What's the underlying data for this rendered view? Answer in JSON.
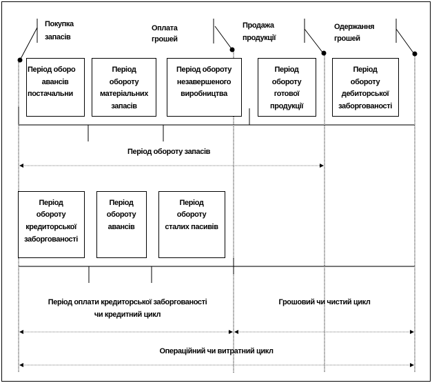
{
  "events": [
    {
      "line1": "Покупка",
      "line2": "запасів"
    },
    {
      "line1": "Оплата",
      "line2": "грошей"
    },
    {
      "line1": "Продажа",
      "line2": "продукції"
    },
    {
      "line1": "Одержання",
      "line2": "грошей"
    }
  ],
  "top_boxes": [
    {
      "lines": [
        "Період оборо",
        "авансів",
        "постачальни"
      ]
    },
    {
      "lines": [
        "Період",
        "обороту",
        "матеріальних",
        "запасів"
      ]
    },
    {
      "lines": [
        "Період обороту",
        "незавершеного",
        "виробництва"
      ]
    },
    {
      "lines": [
        "Період",
        "обороту",
        "готової",
        "продукції"
      ]
    },
    {
      "lines": [
        "Період",
        "обороту",
        "дебиторської",
        "заборгованості"
      ]
    }
  ],
  "bottom_boxes": [
    {
      "lines": [
        "Період",
        "обороту",
        "кредиторської",
        "заборгованості"
      ]
    },
    {
      "lines": [
        "Період",
        "обороту",
        "авансів"
      ]
    },
    {
      "lines": [
        "Період",
        "обороту",
        "сталих пасивів"
      ]
    }
  ],
  "spans": {
    "inventory": "Період обороту запасів",
    "credit_line1": "Період оплати кредиторської заборгованості",
    "credit_line2": "чи кредитний цикл",
    "cash": "Грошовий чи чистий цикл",
    "operating": "Операційний чи витратний цикл"
  }
}
